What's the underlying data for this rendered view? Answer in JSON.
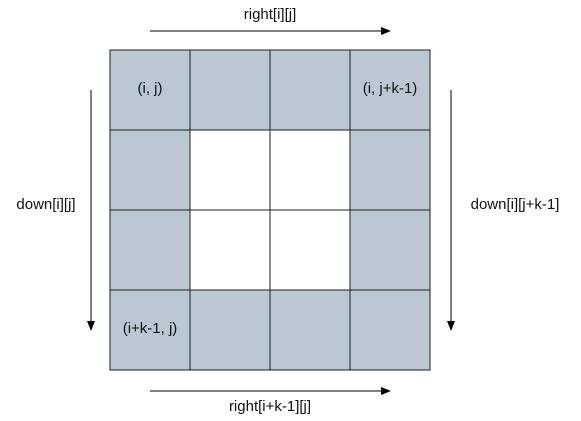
{
  "grid": {
    "rows": 4,
    "cols": 4,
    "border_color": "#1f1f1f",
    "shaded_color": "#b9c8d3",
    "empty_color": "#ffffff",
    "cells": [
      [
        {
          "shaded": true,
          "label": "(i, j)"
        },
        {
          "shaded": true,
          "label": ""
        },
        {
          "shaded": true,
          "label": ""
        },
        {
          "shaded": true,
          "label": "(i, j+k-1)"
        }
      ],
      [
        {
          "shaded": true,
          "label": ""
        },
        {
          "shaded": false,
          "label": ""
        },
        {
          "shaded": false,
          "label": ""
        },
        {
          "shaded": true,
          "label": ""
        }
      ],
      [
        {
          "shaded": true,
          "label": ""
        },
        {
          "shaded": false,
          "label": ""
        },
        {
          "shaded": false,
          "label": ""
        },
        {
          "shaded": true,
          "label": ""
        }
      ],
      [
        {
          "shaded": true,
          "label": "(i+k-1, j)"
        },
        {
          "shaded": true,
          "label": ""
        },
        {
          "shaded": true,
          "label": ""
        },
        {
          "shaded": true,
          "label": ""
        }
      ]
    ]
  },
  "labels": {
    "top": "right[i][j]",
    "bottom": "right[i+k-1][j]",
    "left": "down[i][j]",
    "right": "down[i][j+k-1]"
  },
  "arrow_color": "#000000"
}
